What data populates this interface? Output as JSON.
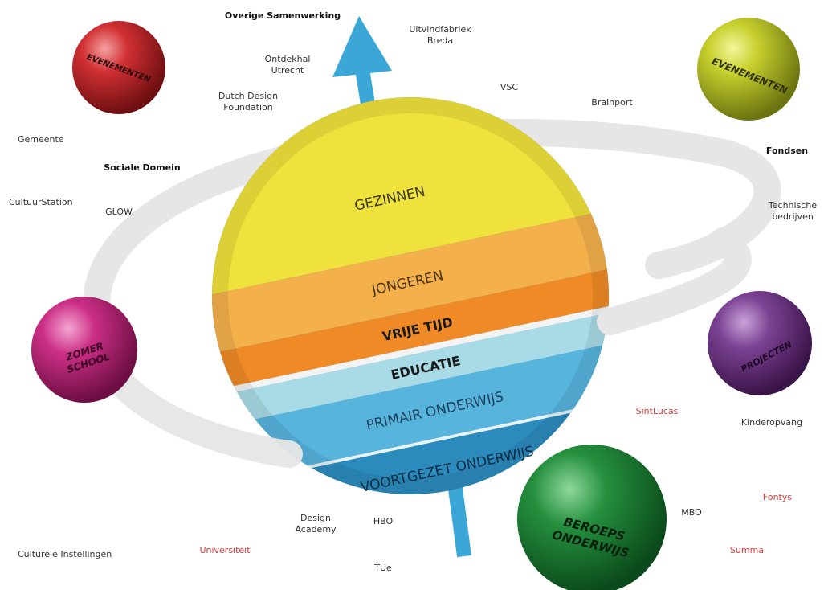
{
  "diagram": {
    "layers": [
      {
        "id": "gezinnen",
        "label": "GEZINNEN",
        "color": "#f0e23c"
      },
      {
        "id": "jongeren",
        "label": "JONGEREN",
        "color": "#f4b04a"
      },
      {
        "id": "vrije_tijd",
        "label": "VRIJE TIJD",
        "color": "#ef8a26"
      },
      {
        "id": "educatie",
        "label": "EDUCATIE",
        "color": "#a9dbe6"
      },
      {
        "id": "primair",
        "label": "PRIMAIR ONDERWIJS",
        "color": "#56b4dd"
      },
      {
        "id": "voortgezet",
        "label": "VOORTGEZET ONDERWIJS",
        "color": "#2c8bbd"
      }
    ],
    "moons": [
      {
        "id": "evenementen_left",
        "label": "EVENEMENTEN",
        "color": "#c42c2f"
      },
      {
        "id": "evenementen_right",
        "label": "EVENEMENTEN",
        "color": "#c3cc2e"
      },
      {
        "id": "zomer_school",
        "label1": "ZOMER",
        "label2": "SCHOOL",
        "color": "#c5287f"
      },
      {
        "id": "projecten",
        "label": "PROJECTEN",
        "color": "#7a3e8e"
      },
      {
        "id": "beroeps_onderwijs",
        "label1": "BEROEPS",
        "label2": "ONDERWIJS",
        "color": "#238a3c"
      }
    ],
    "ring_color": "#e6e6e6",
    "axis_color": "#3aa7d6",
    "labels": {
      "overige": "Overige Samenwerking",
      "uitvindfabriek_1": "Uitvindfabriek",
      "uitvindfabriek_2": "Breda",
      "ontdekhal_1": "Ontdekhal",
      "ontdekhal_2": "Utrecht",
      "vsc": "VSC",
      "brainport": "Brainport",
      "dutch_design_1": "Dutch Design",
      "dutch_design_2": "Foundation",
      "gemeente": "Gemeente",
      "sociale_domein": "Sociale Domein",
      "fondsen": "Fondsen",
      "cultuurstation": "CultuurStation",
      "glow": "GLOW",
      "technische_1": "Technische",
      "technische_2": "bedrijven",
      "sintlucas": "SintLucas",
      "kinderopvang": "Kinderopvang",
      "fontys": "Fontys",
      "mbo": "MBO",
      "summa": "Summa",
      "design_academy_1": "Design",
      "design_academy_2": "Academy",
      "hbo": "HBO",
      "universiteit": "Universiteit",
      "tue": "TUe",
      "culturele": "Culturele Instellingen"
    }
  }
}
